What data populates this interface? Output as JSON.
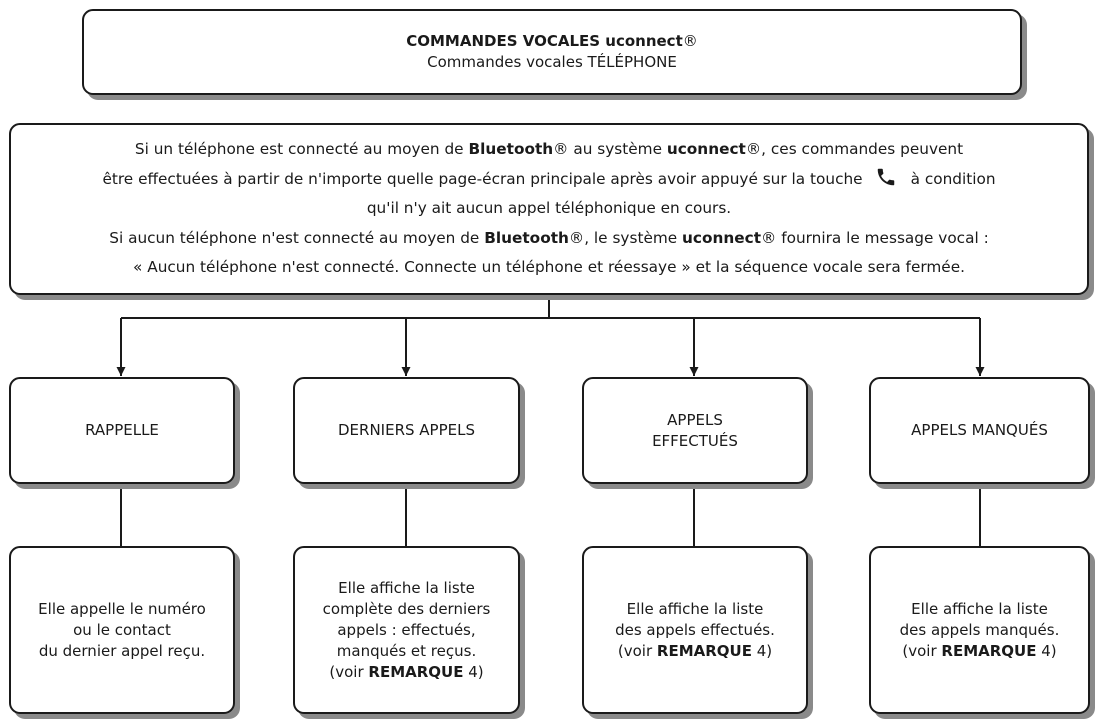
{
  "title": {
    "line1_bold": "COMMANDES VOCALES uconnect",
    "reg": "®",
    "line2": "Commandes vocales TÉLÉPHONE"
  },
  "intro": {
    "l1_a": "Si un téléphone est connecté au moyen de ",
    "bluetooth": "Bluetooth",
    "reg": "®",
    "l1_b": " au système ",
    "uconnect": "uconnect",
    "l1_c": ", ces commandes peuvent",
    "l2_a": "être effectuées à partir de n'importe quelle page-écran principale après avoir appuyé sur la touche",
    "l2_b": "à condition",
    "l3": "qu'il n'y ait aucun appel téléphonique en cours.",
    "l4_a": "Si aucun téléphone n'est connecté au moyen de ",
    "l4_b": ", le système ",
    "l4_c": " fournira le message vocal :",
    "l5": "« Aucun téléphone n'est connecté. Connecte un téléphone et réessaye » et la séquence vocale sera fermée.",
    "icon": "phone-handset-icon"
  },
  "commands": [
    {
      "label": [
        "RAPPELLE"
      ],
      "desc": [
        "Elle appelle le numéro",
        "ou le contact",
        "du dernier appel reçu."
      ]
    },
    {
      "label": [
        "DERNIERS APPELS"
      ],
      "desc": [
        "Elle affiche la liste",
        "complète des derniers",
        "appels : effectués,",
        "manqués et reçus."
      ],
      "note": {
        "pre": "(voir ",
        "bold": "REMARQUE",
        "post": " 4)"
      }
    },
    {
      "label": [
        "APPELS",
        "EFFECTUÉS"
      ],
      "desc": [
        "Elle affiche la liste",
        "des appels effectués."
      ],
      "note": {
        "pre": "(voir ",
        "bold": "REMARQUE",
        "post": " 4)"
      }
    },
    {
      "label": [
        "APPELS MANQUÉS"
      ],
      "desc": [
        "Elle affiche la liste",
        "des appels manqués."
      ],
      "note": {
        "pre": "(voir ",
        "bold": "REMARQUE",
        "post": " 4)"
      }
    }
  ],
  "colors": {
    "line": "#1a1a1a",
    "shadow": "#8a8a8a",
    "background": "#ffffff"
  }
}
